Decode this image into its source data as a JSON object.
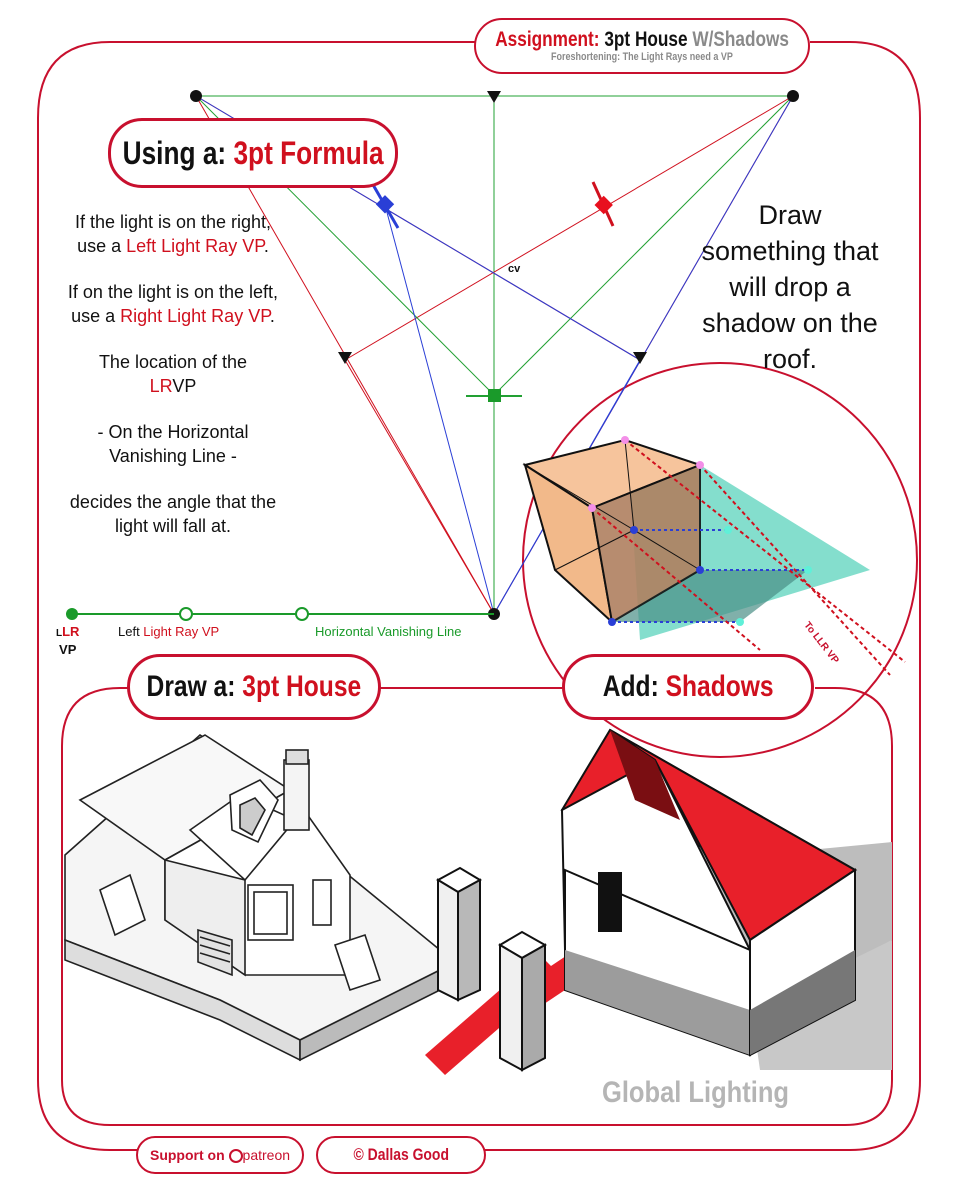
{
  "header": {
    "title_prefix": "Assignment:",
    "title_main": "3pt House",
    "title_suffix": "W/Shadows",
    "subtitle": "Foreshortening: The Light Rays need a VP"
  },
  "formula_pill": {
    "prefix": "Using a:",
    "highlight": "3pt Formula"
  },
  "instructions": {
    "p1_pre": "If the light is on the right, use a ",
    "p1_red": "Left Light Ray VP",
    "p1_post": ".",
    "p2_pre": "If on the light is on the left, use a ",
    "p2_red": "Right Light Ray VP",
    "p2_post": ".",
    "p3_line1": "The location of the",
    "p3_red": "LR",
    "p3_post": "VP",
    "p4": "- On the Horizontal Vanishing Line -",
    "p5": "decides the angle that the light will fall at."
  },
  "cv_label": "cv",
  "legend": {
    "llr_small": "L",
    "llr_red": "LR",
    "vp": "VP",
    "left_light_prefix": "Left ",
    "left_light_red": "Light Ray VP",
    "horizontal_line": "Horizontal Vanishing Line"
  },
  "draw_prompt": "Draw something that will drop a shadow on the roof.",
  "to_llr": "To LLR VP",
  "house_pill": {
    "prefix": "Draw a:",
    "highlight": "3pt House"
  },
  "shadows_pill": {
    "prefix": "Add:",
    "highlight": "Shadows"
  },
  "global_lighting": "Global Lighting",
  "footer": {
    "support": "Support on",
    "patreon": "patreon",
    "copyright": "© Dallas Good"
  },
  "colors": {
    "accent_red": "#c8102e",
    "green": "#22a033",
    "blue": "#2a3fd6",
    "cube_orange": "#f6c49c",
    "shadow_teal": "#6fd8c4",
    "roof_red": "#e8202a"
  }
}
